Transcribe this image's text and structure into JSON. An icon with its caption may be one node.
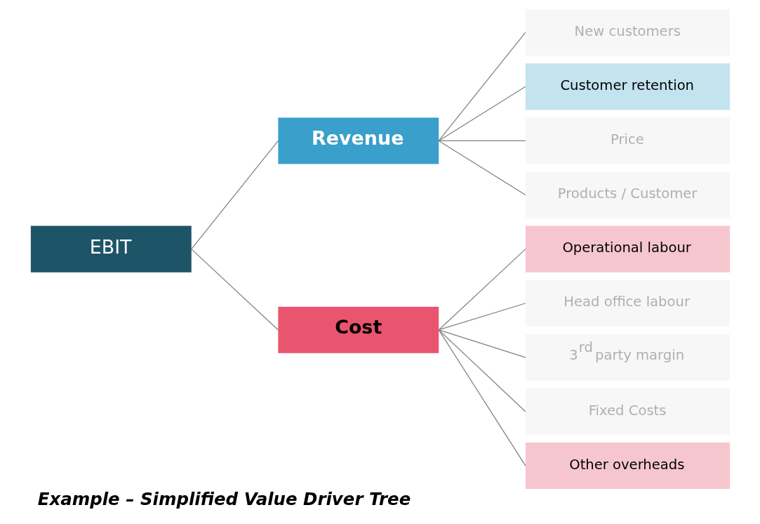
{
  "diagram": {
    "caption": "Example – Simplified Value Driver Tree",
    "nodes": [
      {
        "text": [
          "EBIT"
        ]
      },
      {
        "text": [
          "Revenue"
        ]
      },
      {
        "text": [
          "Cost"
        ]
      },
      {
        "text": [
          "New customers"
        ]
      },
      {
        "text": [
          "Customer retention"
        ]
      },
      {
        "text": [
          "Price"
        ]
      },
      {
        "text": [
          "Products / Customer"
        ]
      },
      {
        "text": [
          "Operational labour"
        ]
      },
      {
        "text": [
          "Head office labour"
        ]
      },
      {
        "text": [
          "3$^{rd}$ party margin"
        ]
      },
      {
        "text": [
          "Fixed Costs"
        ]
      },
      {
        "text": [
          "Other overheads"
        ]
      }
    ],
    "edges": [
      {
        "from": 0,
        "to": 1,
        "arrow": "none"
      },
      {
        "from": 0,
        "to": 2,
        "arrow": "none"
      },
      {
        "from": 1,
        "to": 3,
        "arrow": "none"
      },
      {
        "from": 1,
        "to": 4,
        "arrow": "none"
      },
      {
        "from": 1,
        "to": 5,
        "arrow": "none"
      },
      {
        "from": 1,
        "to": 6,
        "arrow": "none"
      },
      {
        "from": 2,
        "to": 7,
        "arrow": "none"
      },
      {
        "from": 2,
        "to": 8,
        "arrow": "none"
      },
      {
        "from": 2,
        "to": 9,
        "arrow": "none"
      },
      {
        "from": 2,
        "to": 10,
        "arrow": "none"
      },
      {
        "from": 2,
        "to": 11,
        "arrow": "none"
      }
    ]
  }
}
